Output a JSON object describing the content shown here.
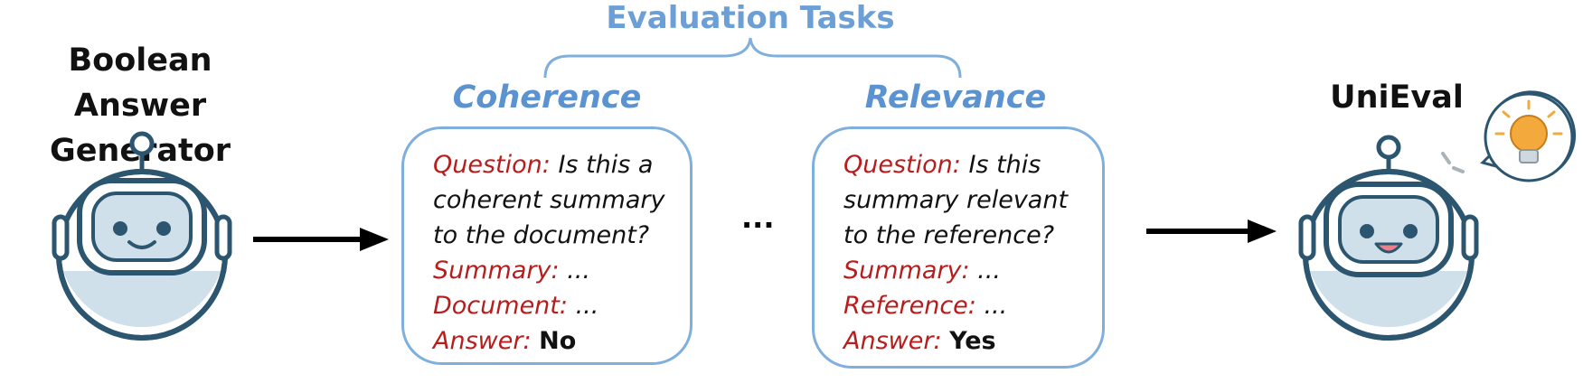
{
  "left_title": {
    "line1": "Boolean Answer",
    "line2": "Generator"
  },
  "right_title": "UniEval",
  "group_title": "Evaluation Tasks",
  "middle_ellipsis": "...",
  "tasks": [
    {
      "name": "Coherence",
      "question_label": "Question:",
      "question_lines": [
        "Is this a",
        "coherent summary",
        "to the document?"
      ],
      "summary_label": "Summary:",
      "summary_value": "...",
      "context_label": "Document:",
      "context_value": "...",
      "answer_label": "Answer:",
      "answer_value": "No"
    },
    {
      "name": "Relevance",
      "question_label": "Question:",
      "question_lines": [
        "Is this",
        "summary relevant",
        "to the reference?"
      ],
      "summary_label": "Summary:",
      "summary_value": "...",
      "context_label": "Reference:",
      "context_value": "...",
      "answer_label": "Answer:",
      "answer_value": "Yes"
    }
  ],
  "colors": {
    "task_blue": "#5b93d1",
    "label_red": "#b81d1d",
    "robot_dark": "#2c5670",
    "robot_light": "#cfe0ea",
    "bulb": "#f3a93c"
  }
}
